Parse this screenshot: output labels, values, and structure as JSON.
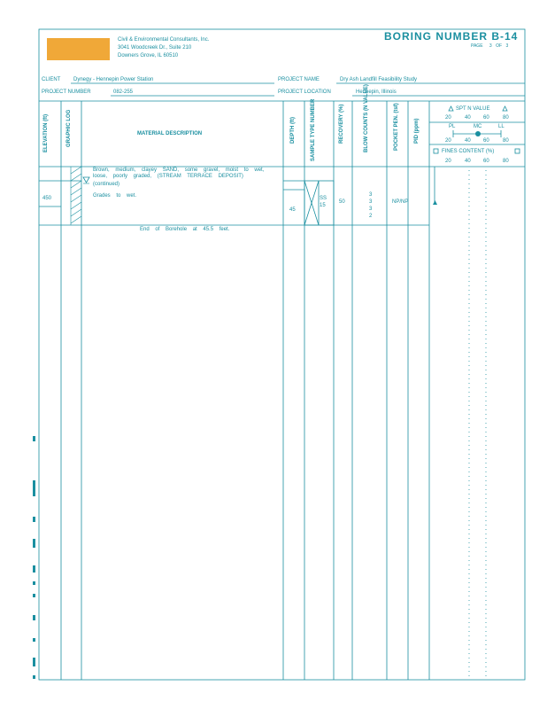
{
  "company": {
    "name": "Civil & Environmental Consultants, Inc.",
    "address1": "3041 Woodcreek Dr., Suite 210",
    "address2": "Downers Grove, IL 60510"
  },
  "boring": {
    "title": "BORING NUMBER B-14",
    "page_label": "PAGE",
    "page": "3",
    "of_label": "OF",
    "total": "3"
  },
  "project": {
    "client_label": "CLIENT",
    "client": "Dynegy - Hennepin Power Station",
    "name_label": "PROJECT NAME",
    "name": "Dry Ash Landfill Feasibility Study",
    "number_label": "PROJECT NUMBER",
    "number": "082-255",
    "location_label": "PROJECT LOCATION",
    "location": "Hennepin, Illinois"
  },
  "headers": {
    "elevation": "ELEVATION (ft)",
    "graphic_log": "GRAPHIC LOG",
    "material": "MATERIAL DESCRIPTION",
    "depth": "DEPTH (ft)",
    "sample_type": "SAMPLE TYPE NUMBER",
    "recovery": "RECOVERY (%)",
    "blow_counts": "BLOW COUNTS (N VALUE)",
    "pocket_pen": "POCKET PEN. (tsf)",
    "pid": "PID (ppm)",
    "spt": "SPT N VALUE",
    "pl": "PL",
    "mc": "MC",
    "ll": "LL",
    "fines": "FINES CONTENT (%)",
    "scale": [
      "20",
      "40",
      "60",
      "80"
    ]
  },
  "rows": {
    "description": "Brown, medium, clayey SAND, some gravel, moist to wet, loose, poorly graded, (STREAM TERRACE DEPOSIT)",
    "continued": "(continued)",
    "grades": "Grades to wet.",
    "elevation": "450",
    "depth": "45",
    "sample": "SS",
    "sample_no": "15",
    "recovery": "50",
    "blows": [
      "3",
      "3",
      "3",
      "2"
    ],
    "pen": "NP/NP",
    "end_note": "End of Borehole at 45.5 feet."
  },
  "colors": {
    "accent": "#1a8fa0",
    "logo": "#f0a838"
  }
}
